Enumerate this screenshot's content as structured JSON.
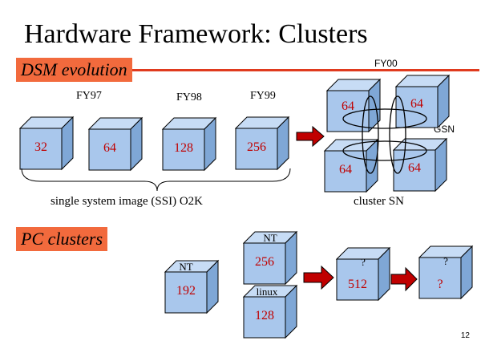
{
  "slide": {
    "title": "Hardware Framework: Clusters",
    "page_number": "12"
  },
  "dsm": {
    "heading": "DSM evolution",
    "years": [
      "FY97",
      "FY98",
      "FY99",
      "FY00"
    ],
    "cubes": [
      "32",
      "64",
      "128",
      "256"
    ],
    "brace_label": "single system image (SSI) O2K",
    "cluster_cubes": [
      "64",
      "64",
      "64",
      "64"
    ],
    "gsn_label": "GSN",
    "cluster_label": "cluster SN"
  },
  "pc": {
    "heading": "PC clusters",
    "nt_small": {
      "top": "NT",
      "value": "192"
    },
    "nt_large": {
      "top": "NT",
      "value": "256"
    },
    "linux": {
      "top": "linux",
      "value": "128"
    },
    "next": {
      "top": "?",
      "value": "512"
    },
    "future": {
      "top": "?",
      "value": "?"
    }
  },
  "colors": {
    "cube_front": "#a9c7ec",
    "cube_side": "#7fa7d6",
    "cube_top": "#c7dcf5",
    "accent": "#f26a3d",
    "rule": "#e03a1e",
    "value_text": "#c00000",
    "arrow": "#c00000"
  }
}
